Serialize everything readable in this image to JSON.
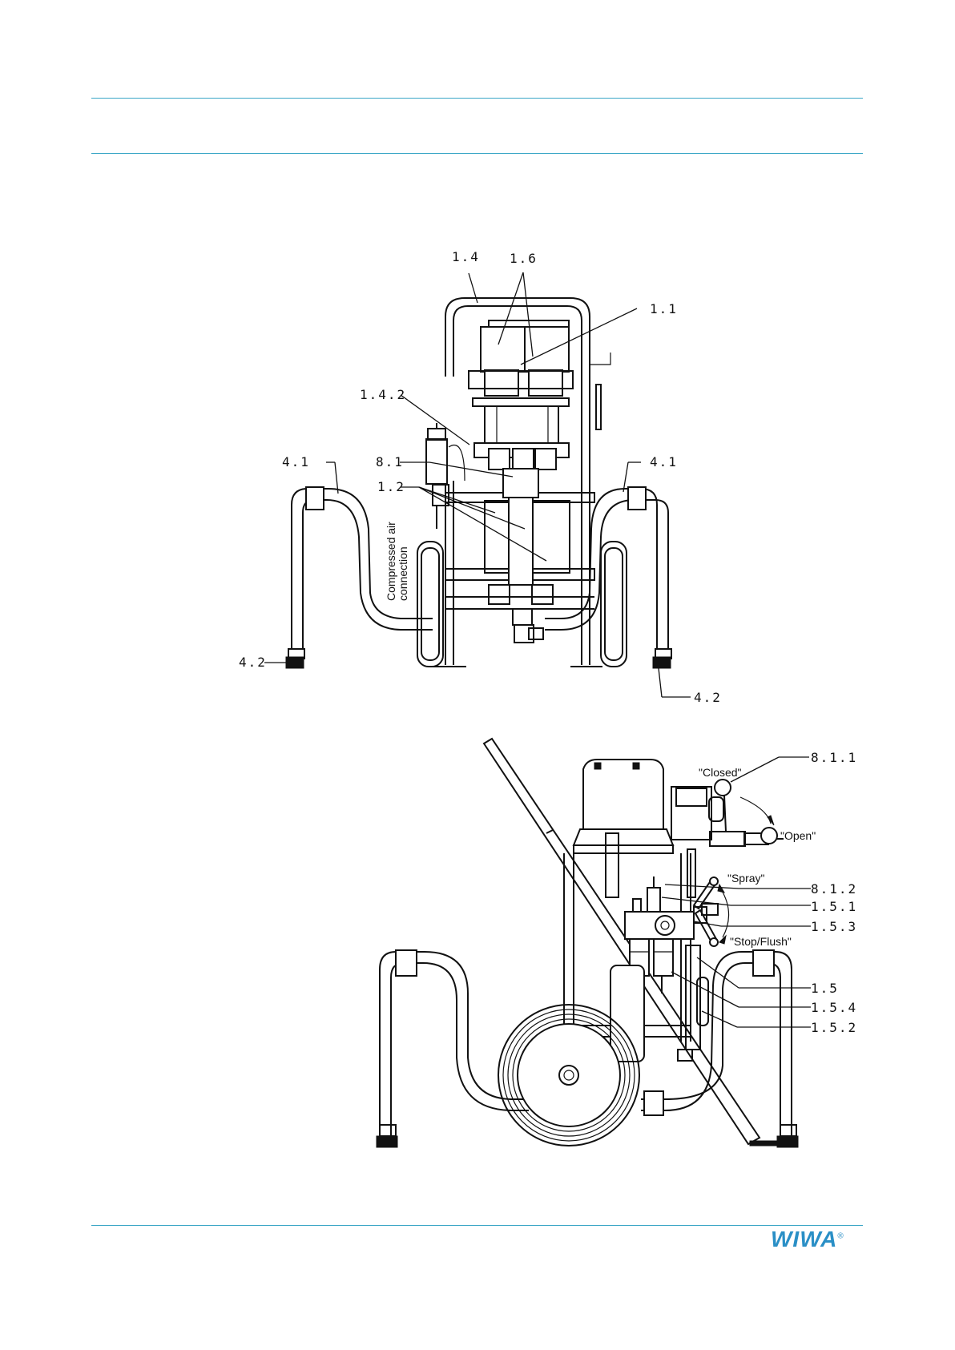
{
  "logo": {
    "text": "WIWA",
    "mark": "®",
    "color": "#2a8fc6"
  },
  "rule_color": "#3aa6c6",
  "figure_front": {
    "labels": {
      "frame": "1.4",
      "solenoids": "1.6",
      "air_motor": "1.1",
      "grip": "1.4.2",
      "valve": "8.1",
      "pumps": "1.2",
      "hose_left": "4.1",
      "hose_right": "4.1",
      "foot_left": "4.2",
      "foot_right": "4.2"
    },
    "air_note_line1": "Compressed air",
    "air_note_line2": "connection"
  },
  "figure_side": {
    "labels": {
      "ball_valve": "8.1.1",
      "spray_valve": "8.1.2",
      "regulator": "1.5.1",
      "lubricator": "1.5.3",
      "air_unit": "1.5",
      "filter": "1.5.4",
      "drain": "1.5.2"
    },
    "states": {
      "closed": "\"Closed\"",
      "open": "\"Open\"",
      "spray": "\"Spray\"",
      "stop_flush": "\"Stop/Flush\""
    }
  }
}
